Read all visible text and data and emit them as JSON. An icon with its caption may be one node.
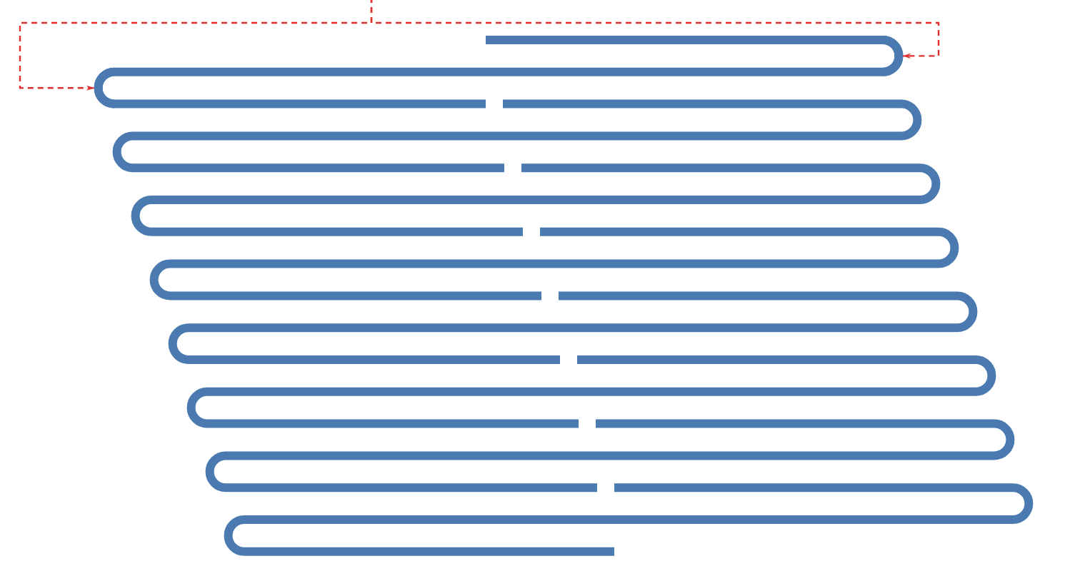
{
  "diagram": {
    "nodes": [
      {
        "text": [],
        "shape": "pipe"
      },
      {
        "text": [],
        "shape": "bend",
        "in": 0
      },
      {
        "text": [],
        "shape": "bend",
        "in": 0
      }
    ],
    "edges": [
      {
        "from": null,
        "to": 1,
        "arrow": "to",
        "style": "dashed",
        "color": "#e03030"
      },
      {
        "from": null,
        "to": 2,
        "arrow": "to",
        "style": "dashed",
        "color": "#e03030"
      }
    ]
  }
}
